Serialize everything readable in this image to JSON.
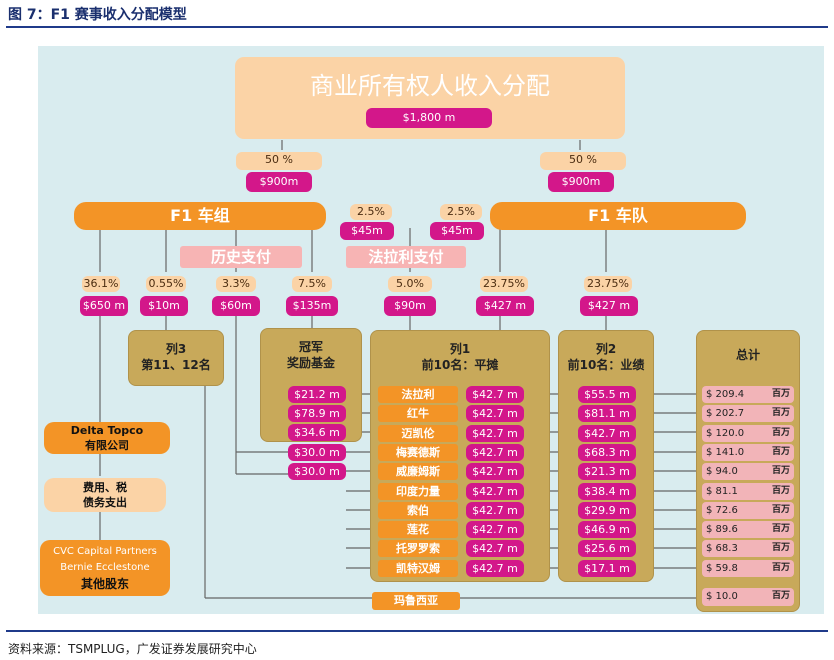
{
  "figure_title": "图 7：F1 赛事收入分配模型",
  "source": "资料来源：TSMPLUG，广发证券发展研究中心",
  "top": {
    "title": "商业所有权人收入分配",
    "amount": "$1,800 m"
  },
  "split_left": {
    "pct": "50 %",
    "amount": "$900m"
  },
  "split_right": {
    "pct": "50 %",
    "amount": "$900m"
  },
  "f1_group": "F1 车组",
  "f1_teams": "F1 车队",
  "mid_left": {
    "pct": "2.5%",
    "amount": "$45m"
  },
  "mid_right": {
    "pct": "2.5%",
    "amount": "$45m"
  },
  "label_history": "历史支付",
  "label_ferrari": "法拉利支付",
  "branches": [
    {
      "pct": "36.1%",
      "amount": "$650 m"
    },
    {
      "pct": "0.55%",
      "amount": "$10m"
    },
    {
      "pct": "3.3%",
      "amount": "$60m"
    },
    {
      "pct": "7.5%",
      "amount": "$135m"
    },
    {
      "pct": "5.0%",
      "amount": "$90m"
    },
    {
      "pct": "23.75%",
      "amount": "$427 m"
    },
    {
      "pct": "23.75%",
      "amount": "$427 m"
    }
  ],
  "col3": {
    "title_line1": "列3",
    "title_line2": "第11、12名"
  },
  "champion": {
    "title_line1": "冠军",
    "title_line2": "奖励基金",
    "values": [
      "$21.2 m",
      "$78.9 m",
      "$34.6 m",
      "$30.0 m",
      "$30.0 m"
    ]
  },
  "col1": {
    "title_line1": "列1",
    "title_line2": "前10名：平摊"
  },
  "col2": {
    "title_line1": "列2",
    "title_line2": "前10名：业绩"
  },
  "total": {
    "title": "总计",
    "unit": "百万"
  },
  "teams": [
    {
      "name": "法拉利",
      "col1": "$42.7 m",
      "col2": "$55.5 m",
      "total": "$ 209.4"
    },
    {
      "name": "红牛",
      "col1": "$42.7 m",
      "col2": "$81.1 m",
      "total": "$ 202.7"
    },
    {
      "name": "迈凯伦",
      "col1": "$42.7 m",
      "col2": "$42.7 m",
      "total": "$ 120.0"
    },
    {
      "name": "梅赛德斯",
      "col1": "$42.7 m",
      "col2": "$68.3 m",
      "total": "$ 141.0"
    },
    {
      "name": "威廉姆斯",
      "col1": "$42.7 m",
      "col2": "$21.3 m",
      "total": "$ 94.0"
    },
    {
      "name": "印度力量",
      "col1": "$42.7 m",
      "col2": "$38.4 m",
      "total": "$ 81.1"
    },
    {
      "name": "索伯",
      "col1": "$42.7 m",
      "col2": "$29.9 m",
      "total": "$ 72.6"
    },
    {
      "name": "莲花",
      "col1": "$42.7 m",
      "col2": "$46.9 m",
      "total": "$ 89.6"
    },
    {
      "name": "托罗罗索",
      "col1": "$42.7 m",
      "col2": "$25.6 m",
      "total": "$ 68.3"
    },
    {
      "name": "凯特汉姆",
      "col1": "$42.7 m",
      "col2": "$17.1 m",
      "total": "$ 59.8"
    }
  ],
  "marussia": {
    "name": "玛鲁西亚",
    "total": "$ 10.0"
  },
  "left_boxes": {
    "delta_line1": "Delta Topco",
    "delta_line2": "有限公司",
    "cost_line1": "费用、税",
    "cost_line2": "债务支出",
    "cvc_line1": "CVC Capital Partners",
    "cvc_line2": "Bernie Ecclestone",
    "cvc_line3": "其他股东"
  }
}
